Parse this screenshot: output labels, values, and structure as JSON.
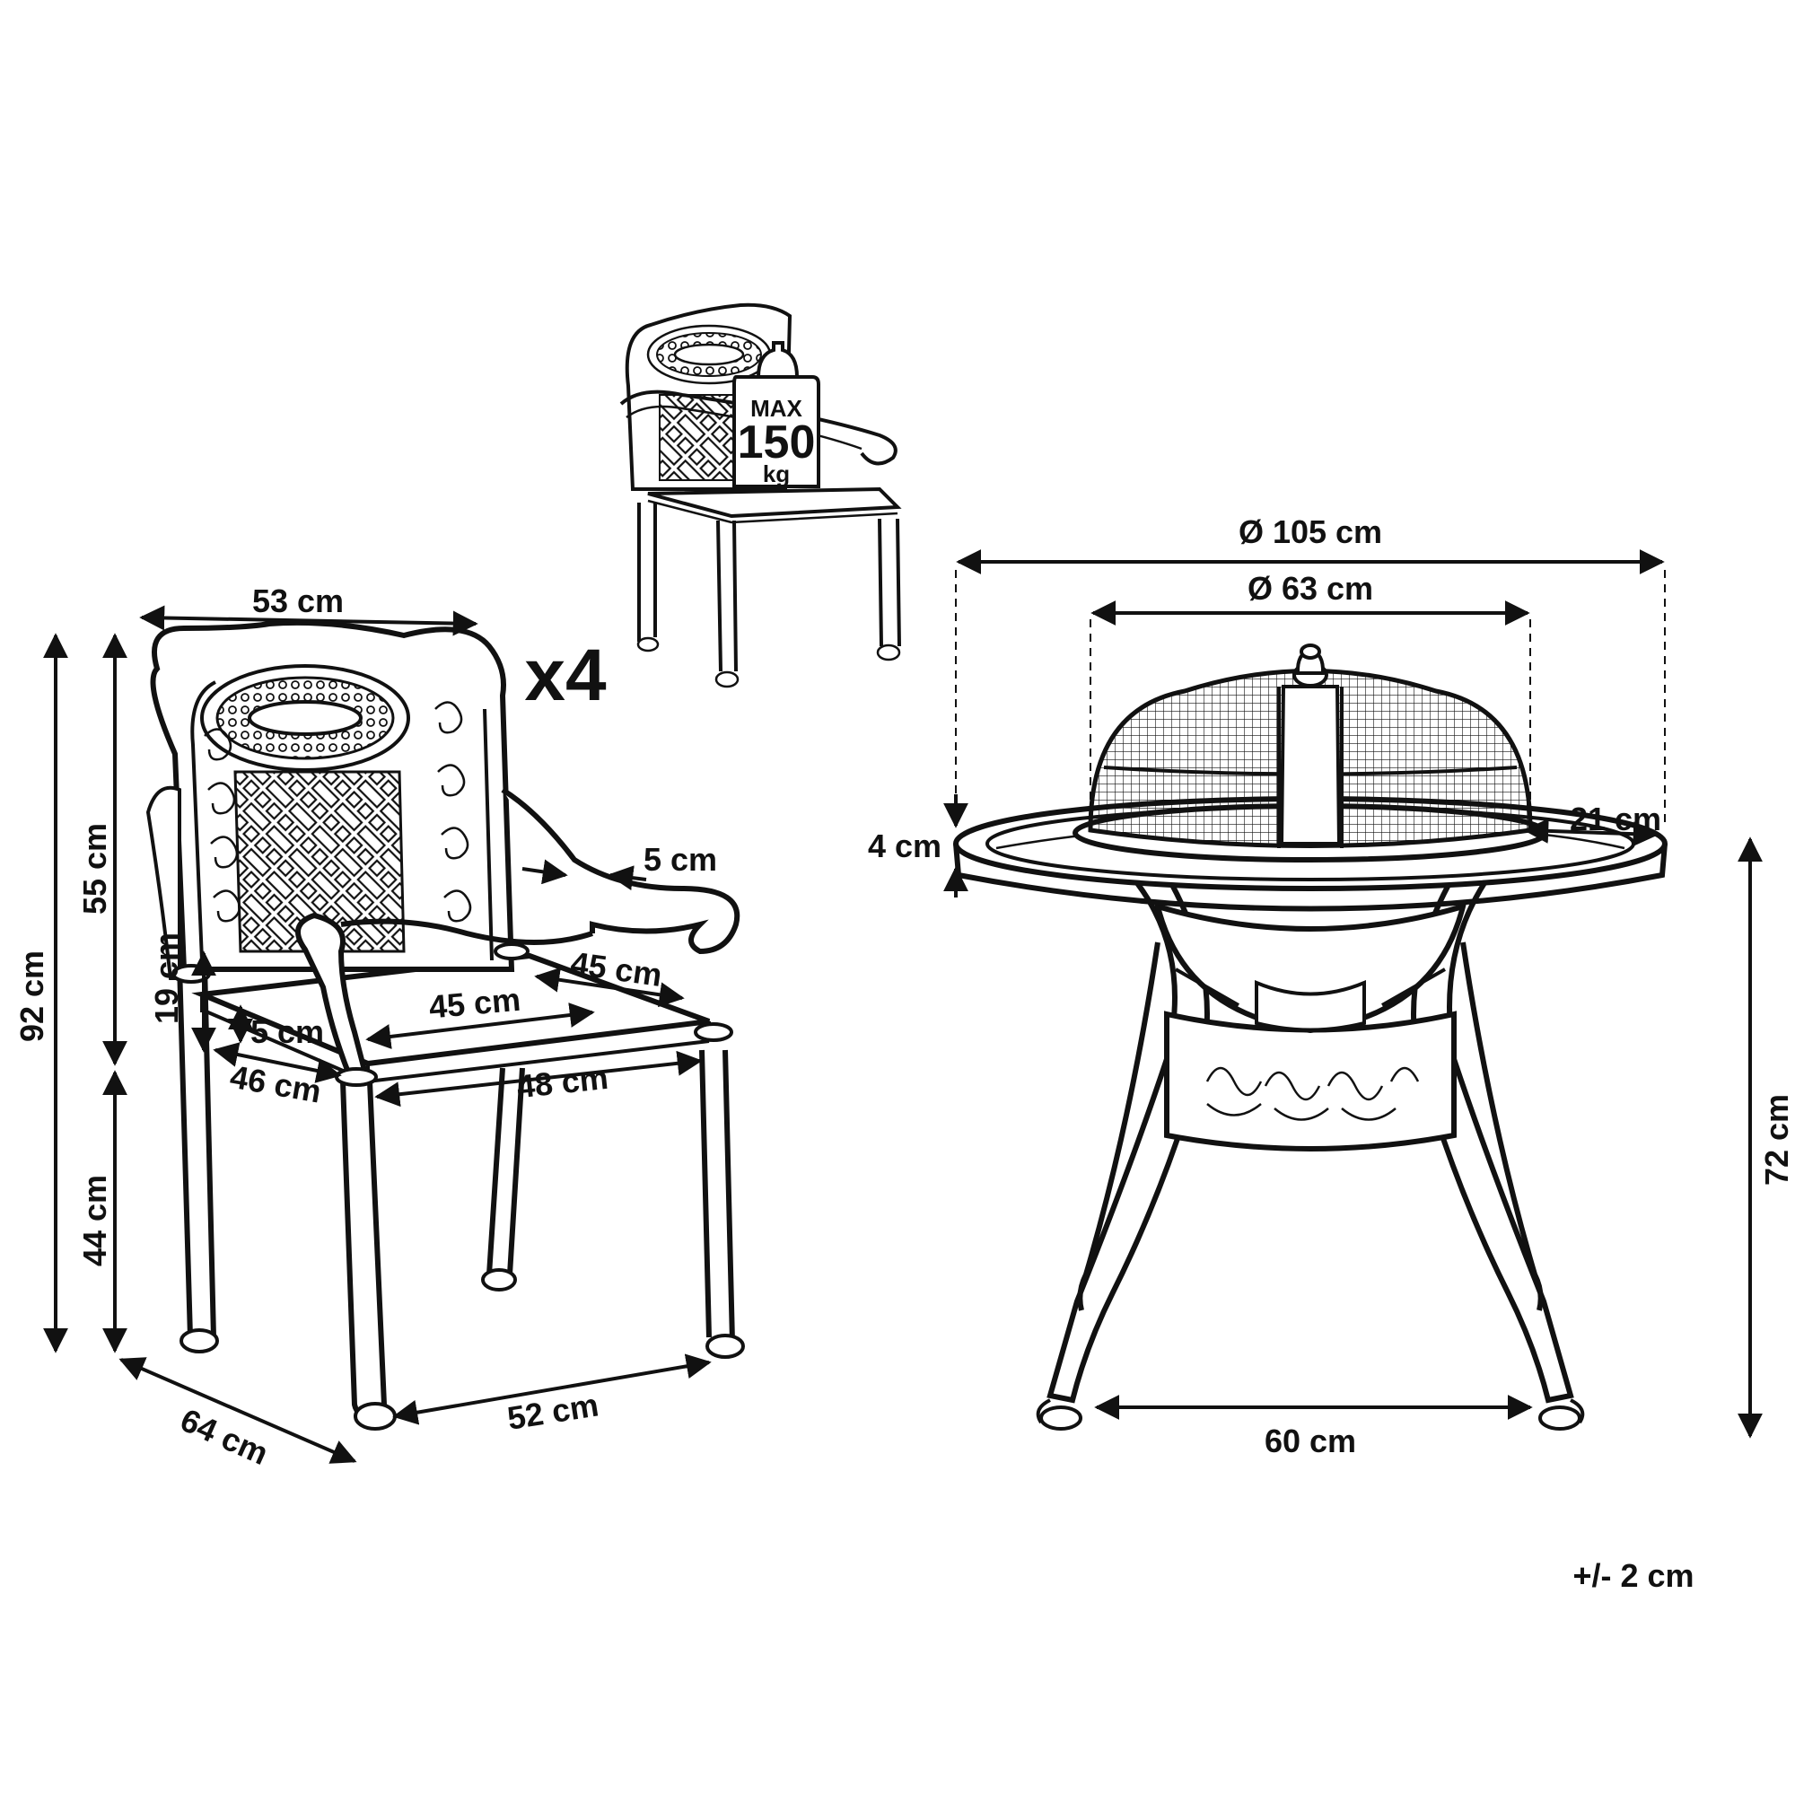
{
  "labels": {
    "chair_width_top": "53 cm",
    "chair_total_height": "92 cm",
    "chair_back_height": "55 cm",
    "chair_seat_height": "44 cm",
    "chair_arm_height": "19 cm",
    "chair_cushion_thickness": "5 cm",
    "chair_arm_thickness": "5 cm",
    "chair_seat_depth": "45 cm",
    "chair_seat_width": "45 cm",
    "chair_seat_side": "46 cm",
    "chair_seat_front": "48 cm",
    "chair_depth": "64 cm",
    "chair_base_width": "52 cm",
    "quantity": "x4",
    "table_diameter": "Ø 105 cm",
    "bowl_diameter": "Ø 63 cm",
    "rim_width": "21 cm",
    "rim_thickness": "4 cm",
    "table_height": "72 cm",
    "table_base": "60 cm",
    "tolerance": "+/- 2 cm"
  },
  "load_badge": {
    "line1": "MAX",
    "line2": "150",
    "line3": "kg"
  }
}
